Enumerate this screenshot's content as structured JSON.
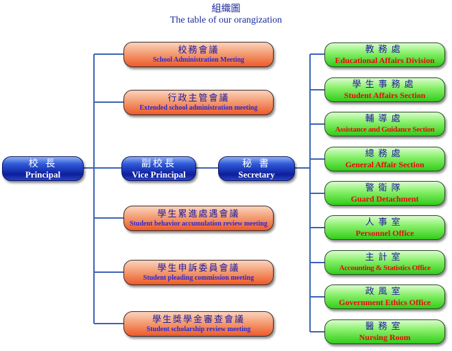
{
  "title": {
    "zh": "組織圖",
    "en": "The table of our orangization"
  },
  "principal": {
    "zh": "校 長",
    "en": "Principal"
  },
  "vice_principal": {
    "zh": "副校長",
    "en": "Vice Principal"
  },
  "secretary": {
    "zh": "秘 書",
    "en": "Secretary"
  },
  "meetings": [
    {
      "zh": "校務會議",
      "en": "School Administration Meeting"
    },
    {
      "zh": "行政主管會議",
      "en": "Extended school administration meeting"
    },
    {
      "zh": "學生累進處遇會議",
      "en": "Student behavior accumulation review meeting"
    },
    {
      "zh": "學生申訴委員會議",
      "en": "Student pleading commission meeting"
    },
    {
      "zh": "學生獎學金審查會議",
      "en": "Student scholarship review meeting"
    }
  ],
  "divisions": [
    {
      "zh": "教務處",
      "en": "Educational Affairs Division"
    },
    {
      "zh": "學生事務處",
      "en": "Student Affairs Section"
    },
    {
      "zh": "輔導處",
      "en": "Assistance and Guidance Section"
    },
    {
      "zh": "總務處",
      "en": "General Affair Section"
    },
    {
      "zh": "警衛隊",
      "en": "Guard Detachment"
    },
    {
      "zh": "人事室",
      "en": "Personnel Office"
    },
    {
      "zh": "主計室",
      "en": "Accounting & Statistics Office"
    },
    {
      "zh": "政風室",
      "en": "Government Ethics Office"
    },
    {
      "zh": "醫務室",
      "en": "Nursing Room"
    }
  ]
}
